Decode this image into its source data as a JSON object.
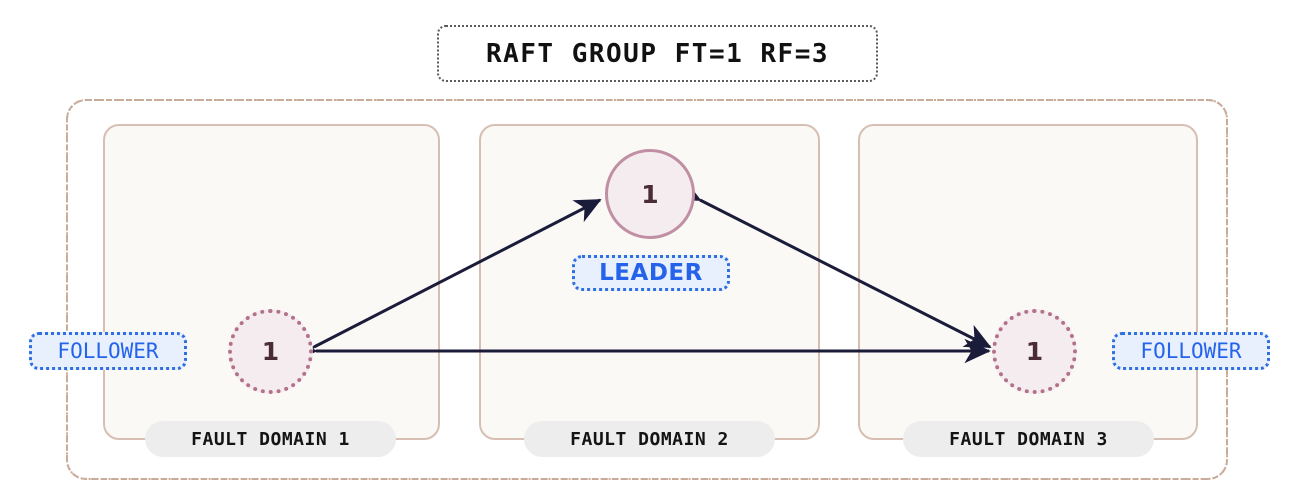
{
  "title": {
    "text": "RAFT GROUP FT=1 RF=3"
  },
  "colors": {
    "accent_blue": "#2563eb",
    "badge_bg": "#e8f0fe",
    "node_fill": "#f5ecef",
    "leader_border": "#c08fa3",
    "follower_border": "#b3718c",
    "domain_border": "#d6bfb2",
    "domain_fill": "#fbf9f6",
    "group_border": "#c9ab99",
    "arrow": "#1b1b3a",
    "pill_bg": "#ededed",
    "canvas_bg": "#ffffff"
  },
  "group": {
    "label": "RAFT GROUP FT=1 RF=3",
    "fault_tolerance": "1",
    "replication_factor": "3"
  },
  "domains": [
    {
      "label": "FAULT DOMAIN 1"
    },
    {
      "label": "FAULT DOMAIN 2"
    },
    {
      "label": "FAULT DOMAIN 3"
    }
  ],
  "nodes": [
    {
      "id": "follower-left",
      "number": "1",
      "role": "FOLLOWER",
      "domain": "FAULT DOMAIN 1"
    },
    {
      "id": "leader",
      "number": "1",
      "role": "LEADER",
      "domain": "FAULT DOMAIN 2"
    },
    {
      "id": "follower-right",
      "number": "1",
      "role": "FOLLOWER",
      "domain": "FAULT DOMAIN 3"
    }
  ],
  "connections": [
    {
      "from": "follower-left",
      "to": "leader",
      "style": "bidirectional"
    },
    {
      "from": "leader",
      "to": "follower-right",
      "style": "bidirectional"
    },
    {
      "from": "follower-left",
      "to": "follower-right",
      "style": "bidirectional"
    }
  ]
}
